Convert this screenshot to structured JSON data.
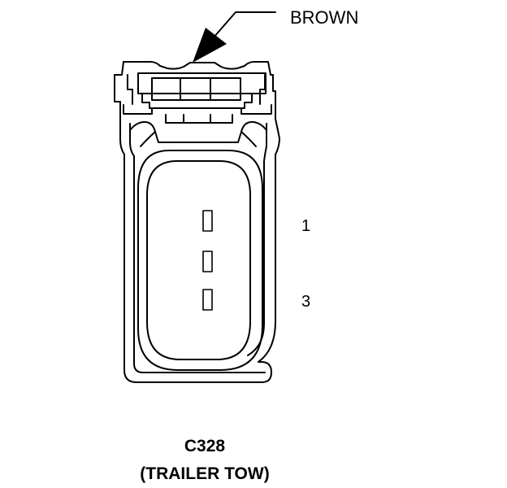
{
  "callout": {
    "color_label": "BROWN"
  },
  "pins": [
    {
      "label": "1"
    },
    {
      "label": "3"
    }
  ],
  "connector": {
    "id": "C328",
    "description": "(TRAILER TOW)"
  }
}
